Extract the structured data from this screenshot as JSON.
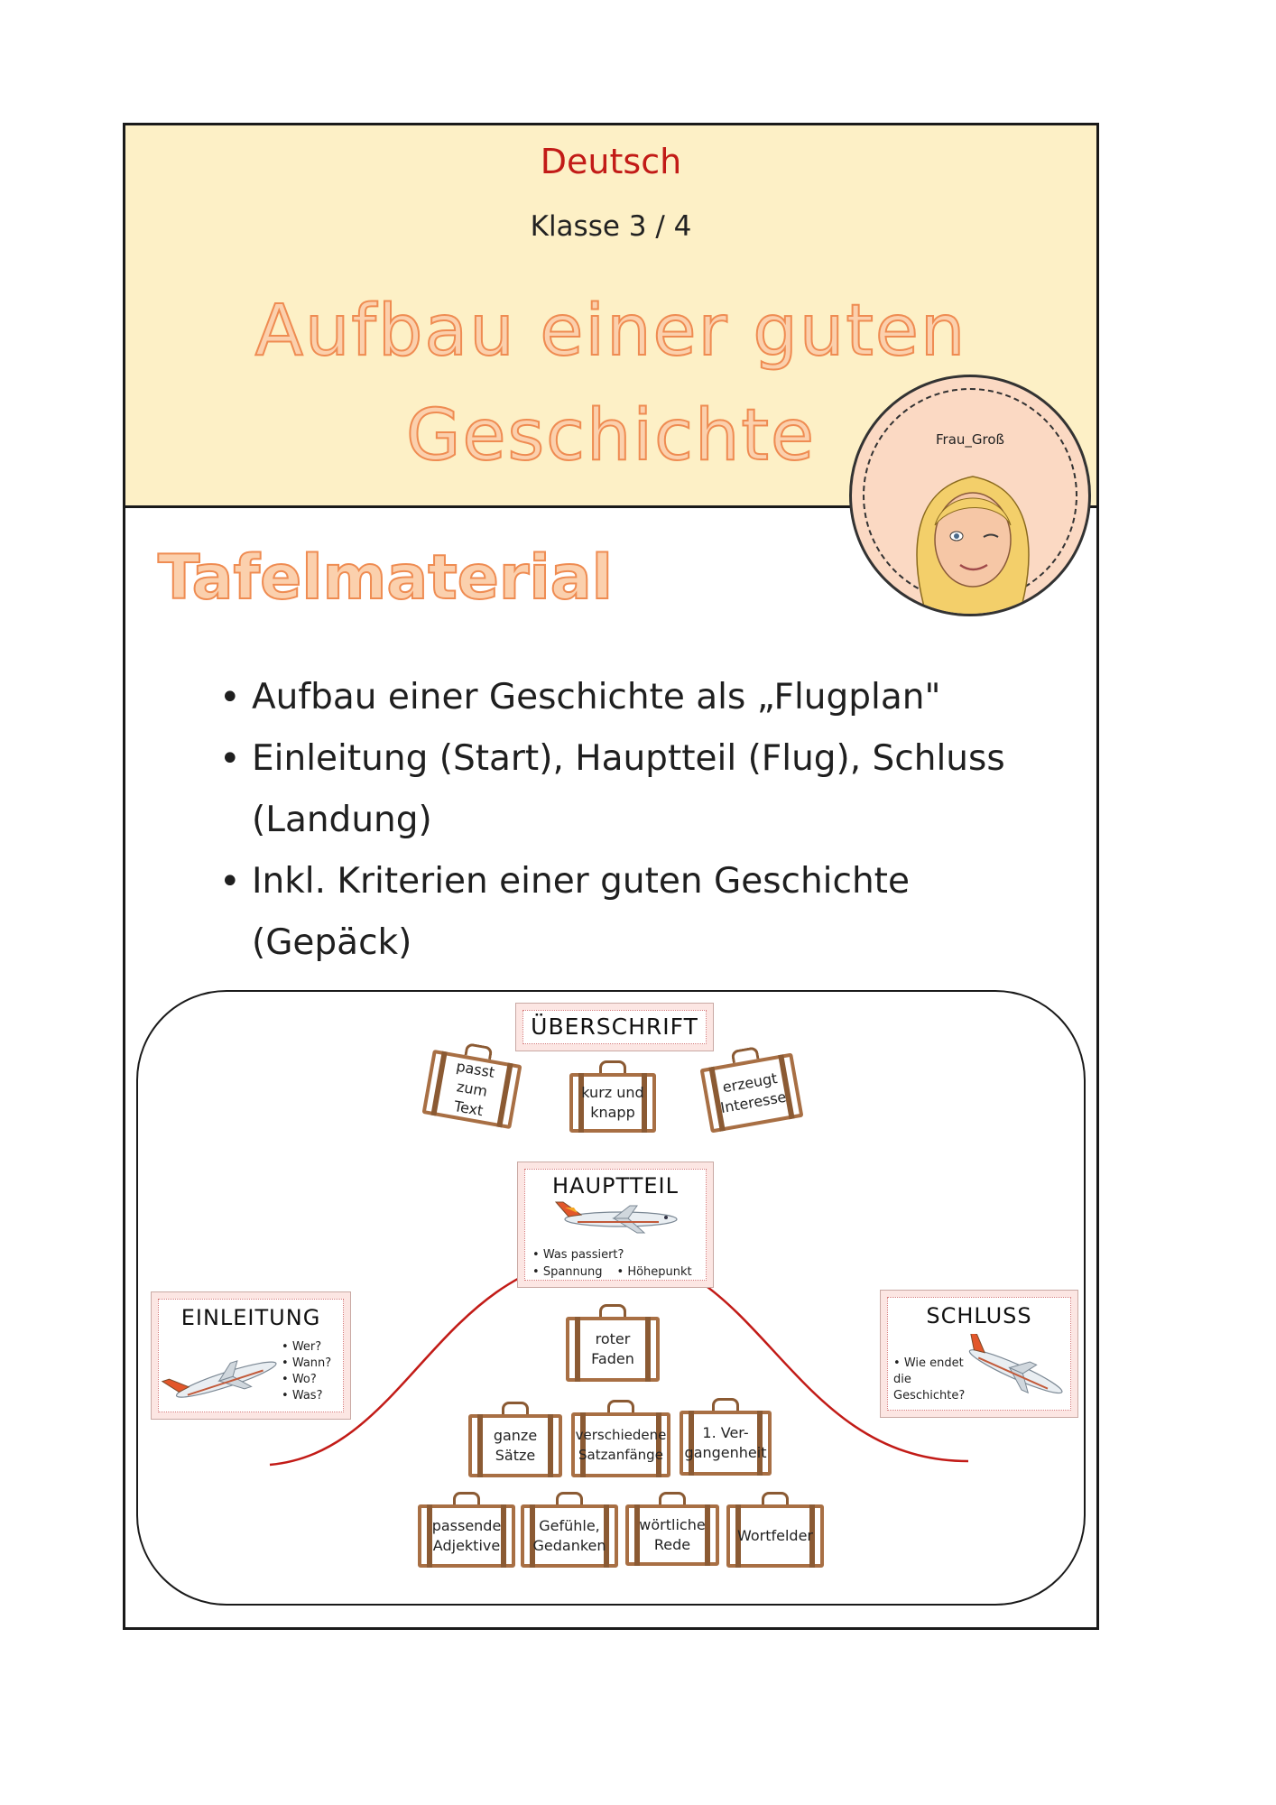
{
  "header": {
    "subject": "Deutsch",
    "grade": "Klasse 3 / 4",
    "title_line1": "Aufbau einer guten",
    "title_line2": "Geschichte",
    "author_badge": "Frau_Groß"
  },
  "section_title": "Tafelmaterial",
  "bullets": [
    "Aufbau einer Geschichte als „Flugplan\"",
    "Einleitung (Start), Hauptteil (Flug), Schluss (Landung)",
    "Inkl. Kriterien einer guten Geschichte (Gepäck)"
  ],
  "diagram": {
    "ueberschrift": {
      "title": "ÜBERSCHRIFT",
      "suitcases": [
        {
          "line1": "passt zum",
          "line2": "Text"
        },
        {
          "line1": "kurz und",
          "line2": "knapp"
        },
        {
          "line1": "erzeugt",
          "line2": "Interesse"
        }
      ]
    },
    "hauptteil": {
      "title": "HAUPTTEIL",
      "points": [
        "Was passiert?",
        "Spannung",
        "Höhepunkt"
      ]
    },
    "einleitung": {
      "title": "EINLEITUNG",
      "points": [
        "Wer?",
        "Wann?",
        "Wo?",
        "Was?"
      ]
    },
    "schluss": {
      "title": "SCHLUSS",
      "points": [
        "Wie endet die Geschichte?"
      ]
    },
    "criteria": [
      {
        "line1": "roter",
        "line2": "Faden"
      },
      {
        "line1": "ganze",
        "line2": "Sätze"
      },
      {
        "line1": "verschiedene",
        "line2": "Satzanfänge"
      },
      {
        "line1": "1. Ver-",
        "line2": "gangenheit"
      },
      {
        "line1": "passende",
        "line2": "Adjektive"
      },
      {
        "line1": "Gefühle,",
        "line2": "Gedanken"
      },
      {
        "line1": "wörtliche",
        "line2": "Rede"
      },
      {
        "line1": "Wortfelder",
        "line2": ""
      }
    ],
    "colors": {
      "curve": "#c21b17",
      "card_bg": "#fce6e3",
      "suitcase": "#a86f44"
    }
  }
}
